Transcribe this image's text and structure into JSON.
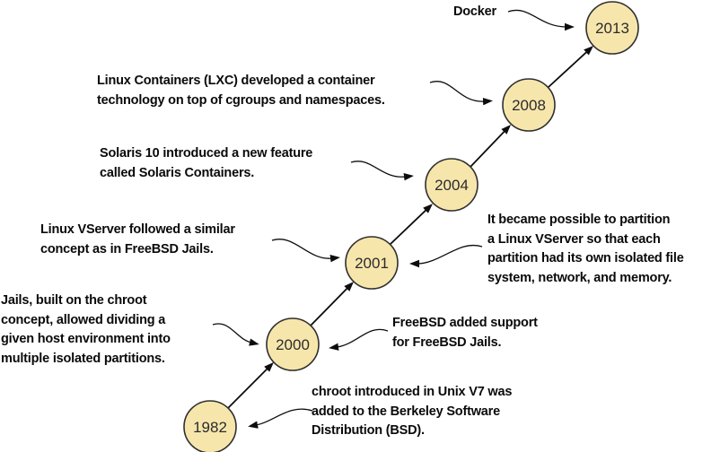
{
  "palette": {
    "background": "#ffffff",
    "node_fill": "#f7e6ac",
    "node_stroke": "#2f2f2f",
    "arrow_color": "#0d0d0d",
    "text_color": "#0a0a0a",
    "year_color": "#2b2b2b"
  },
  "timeline": {
    "nodes": [
      {
        "year": "1982"
      },
      {
        "year": "2000"
      },
      {
        "year": "2001"
      },
      {
        "year": "2004"
      },
      {
        "year": "2008"
      },
      {
        "year": "2013"
      }
    ]
  },
  "annotations": {
    "docker": {
      "lines": [
        "Docker"
      ]
    },
    "lxc": {
      "lines": [
        "Linux Containers (LXC) developed a container",
        "technology on top of cgroups and namespaces."
      ]
    },
    "solaris": {
      "lines": [
        "Solaris 10 introduced a new feature",
        "called Solaris Containers."
      ]
    },
    "vserver": {
      "lines": [
        "Linux VServer followed a similar",
        "concept as in FreeBSD Jails."
      ]
    },
    "jails": {
      "lines": [
        "Jails, built on the chroot",
        "concept, allowed dividing a",
        "given host environment into",
        "multiple isolated partitions."
      ]
    },
    "vserver_partition": {
      "lines": [
        "It became possible to partition",
        "a Linux VServer so that each",
        "partition had its own isolated file",
        "system, network, and memory."
      ]
    },
    "freebsd": {
      "lines": [
        "FreeBSD added support",
        "for FreeBSD Jails."
      ]
    },
    "chroot": {
      "lines": [
        "chroot introduced in Unix V7 was",
        "added to the Berkeley Software",
        "Distribution (BSD)."
      ]
    }
  }
}
